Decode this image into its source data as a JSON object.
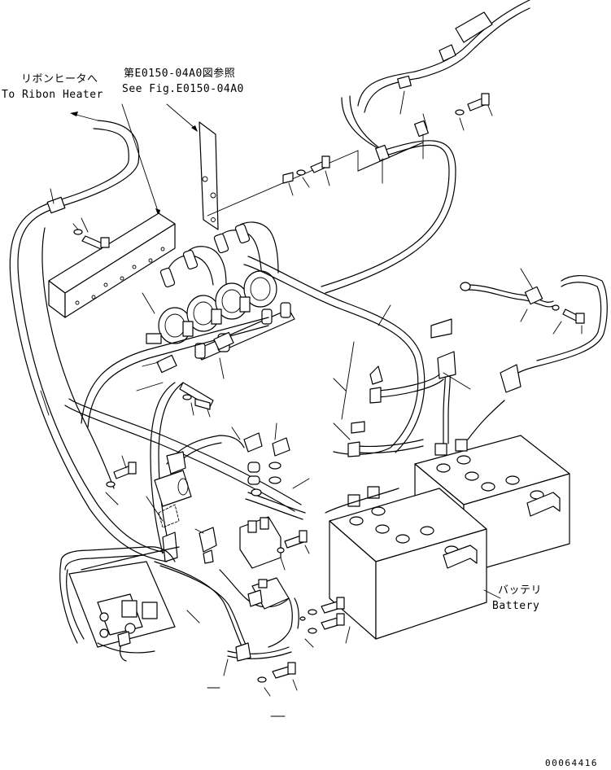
{
  "labels": {
    "ribbon_heater_jp": "リボンヒータへ",
    "ribbon_heater_en": "To Ribon Heater",
    "ref_fig_jp": "第E0150-04A0図参照",
    "ref_fig_en": "See Fig.E0150-04A0",
    "battery_jp": "バッテリ",
    "battery_en": "Battery",
    "drawing_number": "00064416"
  }
}
